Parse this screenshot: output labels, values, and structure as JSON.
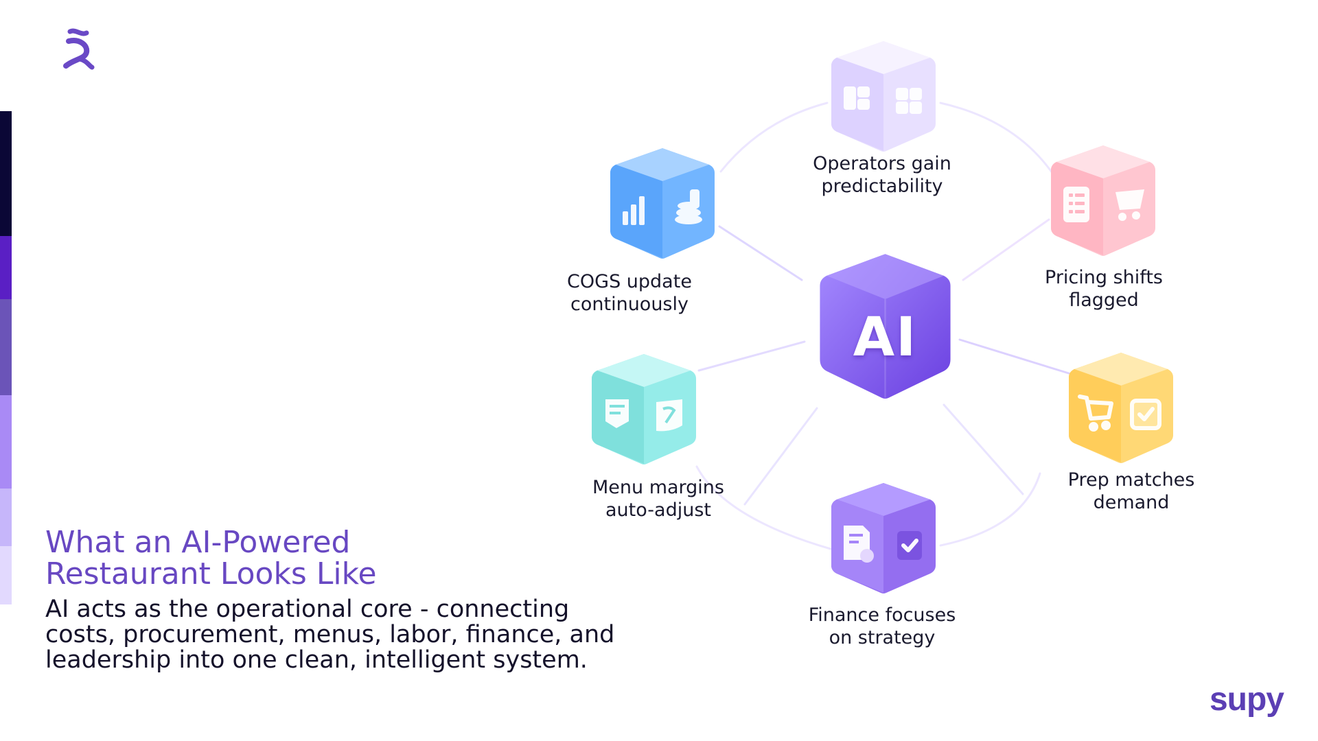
{
  "headline": {
    "line1": "What an AI-Powered",
    "line2": "Restaurant Looks Like"
  },
  "body": {
    "line1": "AI acts as the operational core - connecting",
    "line2": "costs, procurement, menus, labor, finance, and",
    "line3": "leadership into one clean, intelligent system."
  },
  "brand": {
    "wordmark": "supy"
  },
  "logo": {
    "icon": "brand-s-logo-icon"
  },
  "stripe_colors": [
    "#0b0736",
    "#5a1fc4",
    "#6b54b8",
    "#a98af5",
    "#c6b6fa",
    "#e2d9fe"
  ],
  "hub": {
    "label": "AI",
    "color": "#7c55ee",
    "icon": "ai-cube-icon"
  },
  "nodes": {
    "operators": {
      "line1": "Operators gain",
      "line2": "predictability",
      "color": "#e4dbff",
      "icon": "layout-grid-icon"
    },
    "pricing": {
      "line1": "Pricing shifts",
      "line2": "flagged",
      "color": "#ffc2cc",
      "icon": "receipt-cart-icon"
    },
    "prep": {
      "line1": "Prep matches",
      "line2": "demand",
      "color": "#ffd77a",
      "icon": "cart-check-icon"
    },
    "finance": {
      "line1": "Finance focuses",
      "line2": "on strategy",
      "color": "#9a74f2",
      "icon": "document-check-icon"
    },
    "menu": {
      "line1": "Menu margins",
      "line2": "auto-adjust",
      "color": "#8eeae8",
      "icon": "document-notes-icon"
    },
    "cogs": {
      "line1": "COGS update",
      "line2": "continuously",
      "color": "#6eb2ff",
      "icon": "bar-chart-coins-icon"
    }
  }
}
